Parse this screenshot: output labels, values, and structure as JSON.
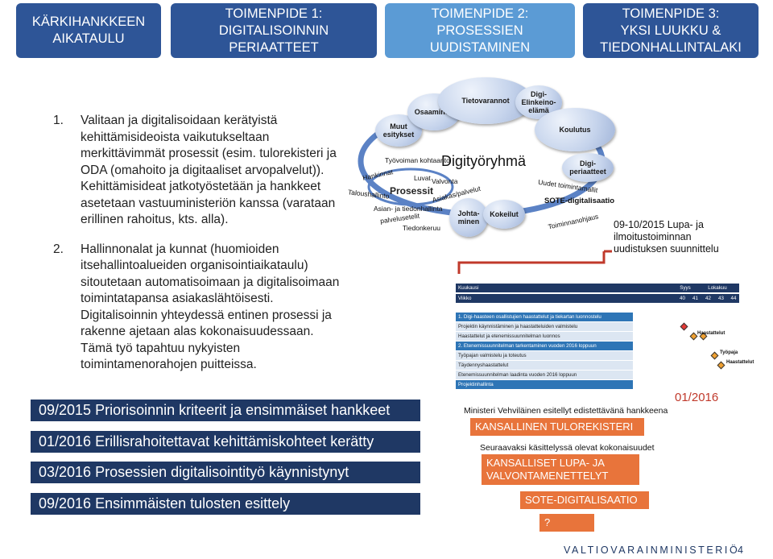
{
  "tabs": [
    {
      "label": "KÄRKIHANKKEEN\nAIKATAULU",
      "color": "#2e5597"
    },
    {
      "label": "TOIMENPIDE 1:\nDIGITALISOINNIN\nPERIAATTEET",
      "color": "#2e5597"
    },
    {
      "label": "TOIMENPIDE 2:\nPROSESSIEN\nUUDISTAMINEN",
      "color": "#5b9bd5"
    },
    {
      "label": "TOIMENPIDE 3:\nYKSI LUUKKU &\nTIEDONHALLINTALAKI",
      "color": "#2e5597"
    }
  ],
  "list": [
    {
      "num": "1.",
      "text": "Valitaan ja digitalisoidaan kerätyistä kehittämisideoista vaikutukseltaan merkittävimmät prosessit (esim. tulorekisteri ja ODA (omahoito ja digitaaliset arvopalvelut)). Kehittämisideat jatkotyöstetään ja hankkeet asetetaan vastuuministeriön kanssa (varataan erillinen rahoitus, kts. alla)."
    },
    {
      "num": "2.",
      "text": "Hallinnonalat ja kunnat (huomioiden itsehallintoalueiden organisointiaikataulu) sitoutetaan automatisoimaan ja digitalisoimaan toimintatapansa asiakaslähtöisesti. Digitalisoinnin yhteydessä entinen prosessi ja rakenne ajetaan alas kokonaisuudessaan. Tämä työ tapahtuu nykyisten toimintamenorahojen puitteissa."
    }
  ],
  "timeline": [
    "09/2015 Priorisoinnin kriteerit ja ensimmäiset hankkeet",
    "01/2016 Erillisrahoitettavat kehittämiskohteet kerätty",
    "03/2016 Prosessien digitalisointityö käynnistynyt",
    "09/2016 Ensimmäisten tulosten esittely"
  ],
  "diagram": {
    "center_label": "Digityöryhmä",
    "prosessit_label": "Prosessit",
    "bubbles": [
      "Muut\nesitykset",
      "Osaaminen",
      "Tietovarannot",
      "Digi-\nElinkeino-\nelämä",
      "Koulutus",
      "Digi-\nperiaatteet",
      "Johta-\nminen",
      "Kokeilut"
    ],
    "labels": [
      "Työvoiman kohtaanto",
      "Hankinnat",
      "Luvat",
      "Valvonta",
      "Taloushallinto",
      "Asian- ja tiedonhallinta",
      "palvelusetelit",
      "Tiedonkeruu",
      "Uudet toimintamallit",
      "SOTE-digitalisaatio",
      "Toiminnanohjaus",
      "Asiakas/palvelut"
    ]
  },
  "gantt": {
    "head1": {
      "label": "Kuukausi",
      "m1": "Syys",
      "m2": "Lokakuu"
    },
    "head2": {
      "label": "Viikko",
      "weeks": [
        "40",
        "41",
        "42",
        "43",
        "44"
      ]
    },
    "rows": [
      {
        "text": "1. Digi-haasteen osallistujien haastattelut ja tiekartan luonnostelu",
        "type": "section"
      },
      {
        "text": "Projektin käynnistäminen ja haastatteluiden valmistelu",
        "type": "task"
      },
      {
        "text": "Haastattelut ja etenemissuunnitelman luonnos",
        "type": "task"
      },
      {
        "text": "2. Etenemissuunnitelman tarkentaminen vuoden 2016 loppuun",
        "type": "section"
      },
      {
        "text": "Työpajan valmistelu ja toteutus",
        "type": "task"
      },
      {
        "text": "Täydennyshaastattelut",
        "type": "task"
      },
      {
        "text": "Etenemissuunnitelman laadinta vuoden 2016 loppuun",
        "type": "task"
      },
      {
        "text": "Projektinhallinta",
        "type": "section"
      }
    ],
    "milestones": [
      "Haastattelut",
      "Työpaja",
      "Haastattelut"
    ],
    "colors": {
      "header": "#1f3864",
      "section": "#2e75b6",
      "task": "#dce6f2",
      "diamond_red": "#e53935",
      "diamond_orange": "#f0a030"
    }
  },
  "right": {
    "note": "09-10/2015 Lupa- ja\nilmoitustoiminnan\nuudistuksen suunnittelu",
    "date": "01/2016",
    "line1": "Ministeri Vehviläinen esitellyt edistettävänä hankkeena",
    "box1": "KANSALLINEN TULOREKISTERI",
    "line2": "Seuraavaksi käsittelyssä olevat kokonaisuudet",
    "box2": "KANSALLISET LUPA- JA\nVALVONTAMENETTELYT",
    "box3": "SOTE-DIGITALISAATIO",
    "box4": "?"
  },
  "footer": {
    "org": "VALTIOVARAINMINISTERIÖ",
    "page": "4"
  },
  "colors": {
    "accent": "#e8743b",
    "navy": "#1f3864",
    "bracket": "#c0392b"
  }
}
